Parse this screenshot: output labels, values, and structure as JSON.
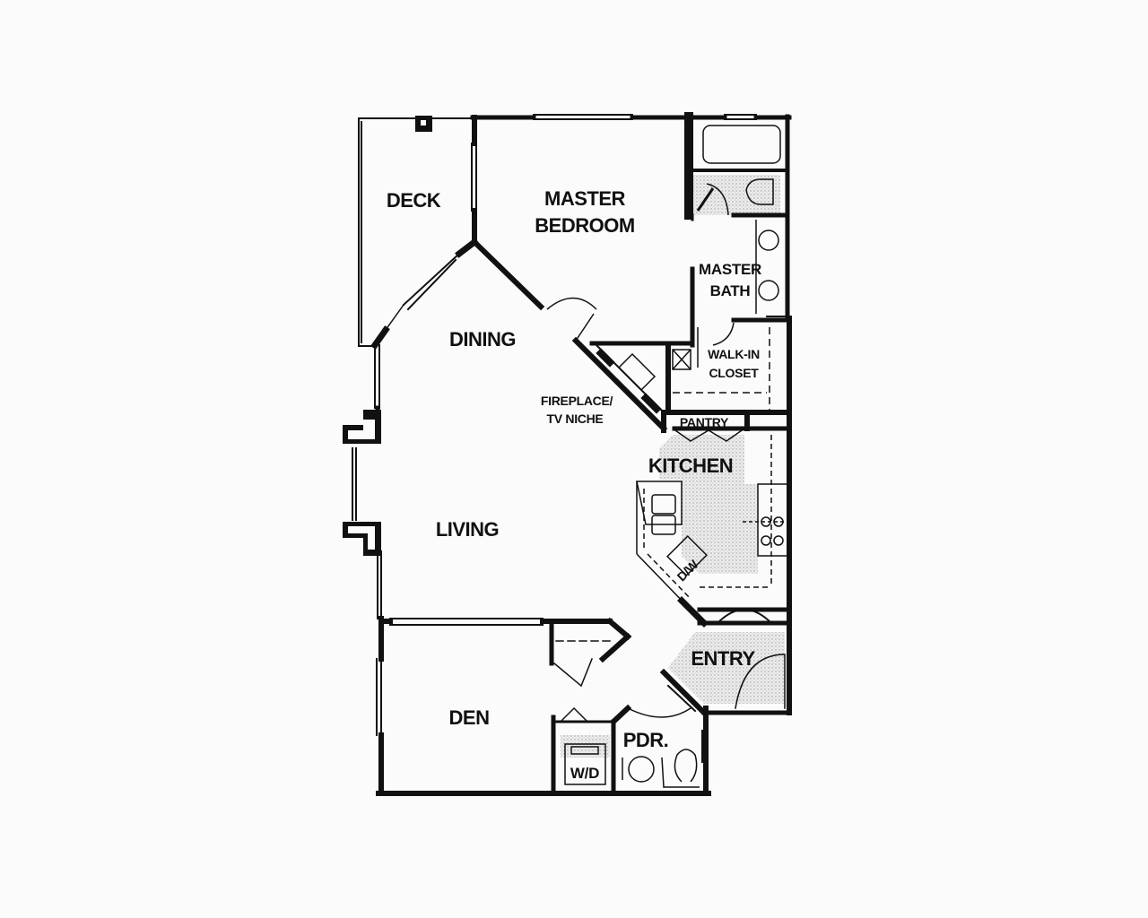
{
  "plan": {
    "rooms": {
      "deck": "DECK",
      "master_bedroom_1": "MASTER",
      "master_bedroom_2": "BEDROOM",
      "master_bath_1": "MASTER",
      "master_bath_2": "BATH",
      "walkin_1": "WALK-IN",
      "walkin_2": "CLOSET",
      "dining": "DINING",
      "fireplace_1": "FIREPLACE/",
      "fireplace_2": "TV NICHE",
      "pantry": "PANTRY",
      "kitchen": "KITCHEN",
      "dishwasher": "D/W",
      "living": "LIVING",
      "entry": "ENTRY",
      "den": "DEN",
      "powder": "PDR.",
      "washer_dryer": "W/D"
    },
    "colors": {
      "wall": "#111111",
      "background": "#fbfbfb",
      "tile": "#d9d9d9"
    }
  }
}
